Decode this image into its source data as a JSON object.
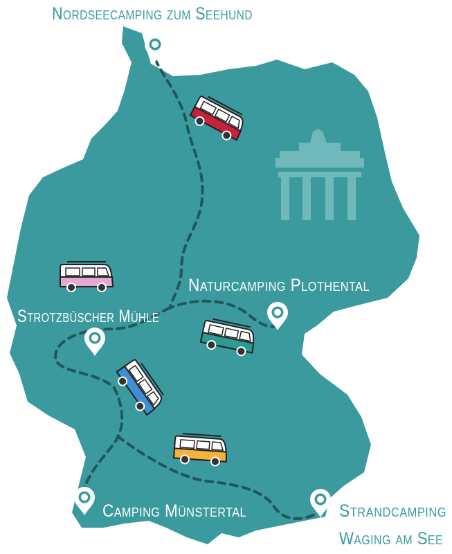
{
  "colors": {
    "land": "#3a9a9e",
    "route": "#21575c",
    "landmark": "#6fb9bb",
    "label_on_land": "#ffffff",
    "label_off_land": "#3a9a9e"
  },
  "landmark": {
    "icon": "brandenburg-gate-icon"
  },
  "locations": [
    {
      "name": "Nordseecamping zum Seehund",
      "icon": "map-pin-icon"
    },
    {
      "name": "Naturcamping Plothental",
      "icon": "map-pin-icon"
    },
    {
      "name": "Strotzbüscher Mühle",
      "icon": "map-pin-icon"
    },
    {
      "name": "Camping Münstertal",
      "icon": "map-pin-icon"
    },
    {
      "name": "Strandcamping",
      "name_line2": "Waging am See",
      "icon": "map-pin-icon"
    }
  ],
  "vans": [
    {
      "color": "#c8213a",
      "icon": "camper-van-icon"
    },
    {
      "color": "#e3a9d3",
      "icon": "camper-van-icon"
    },
    {
      "color": "#2a9a92",
      "icon": "camper-van-icon"
    },
    {
      "color": "#3f8fd6",
      "icon": "camper-van-icon"
    },
    {
      "color": "#f5b23c",
      "icon": "camper-van-icon"
    }
  ]
}
